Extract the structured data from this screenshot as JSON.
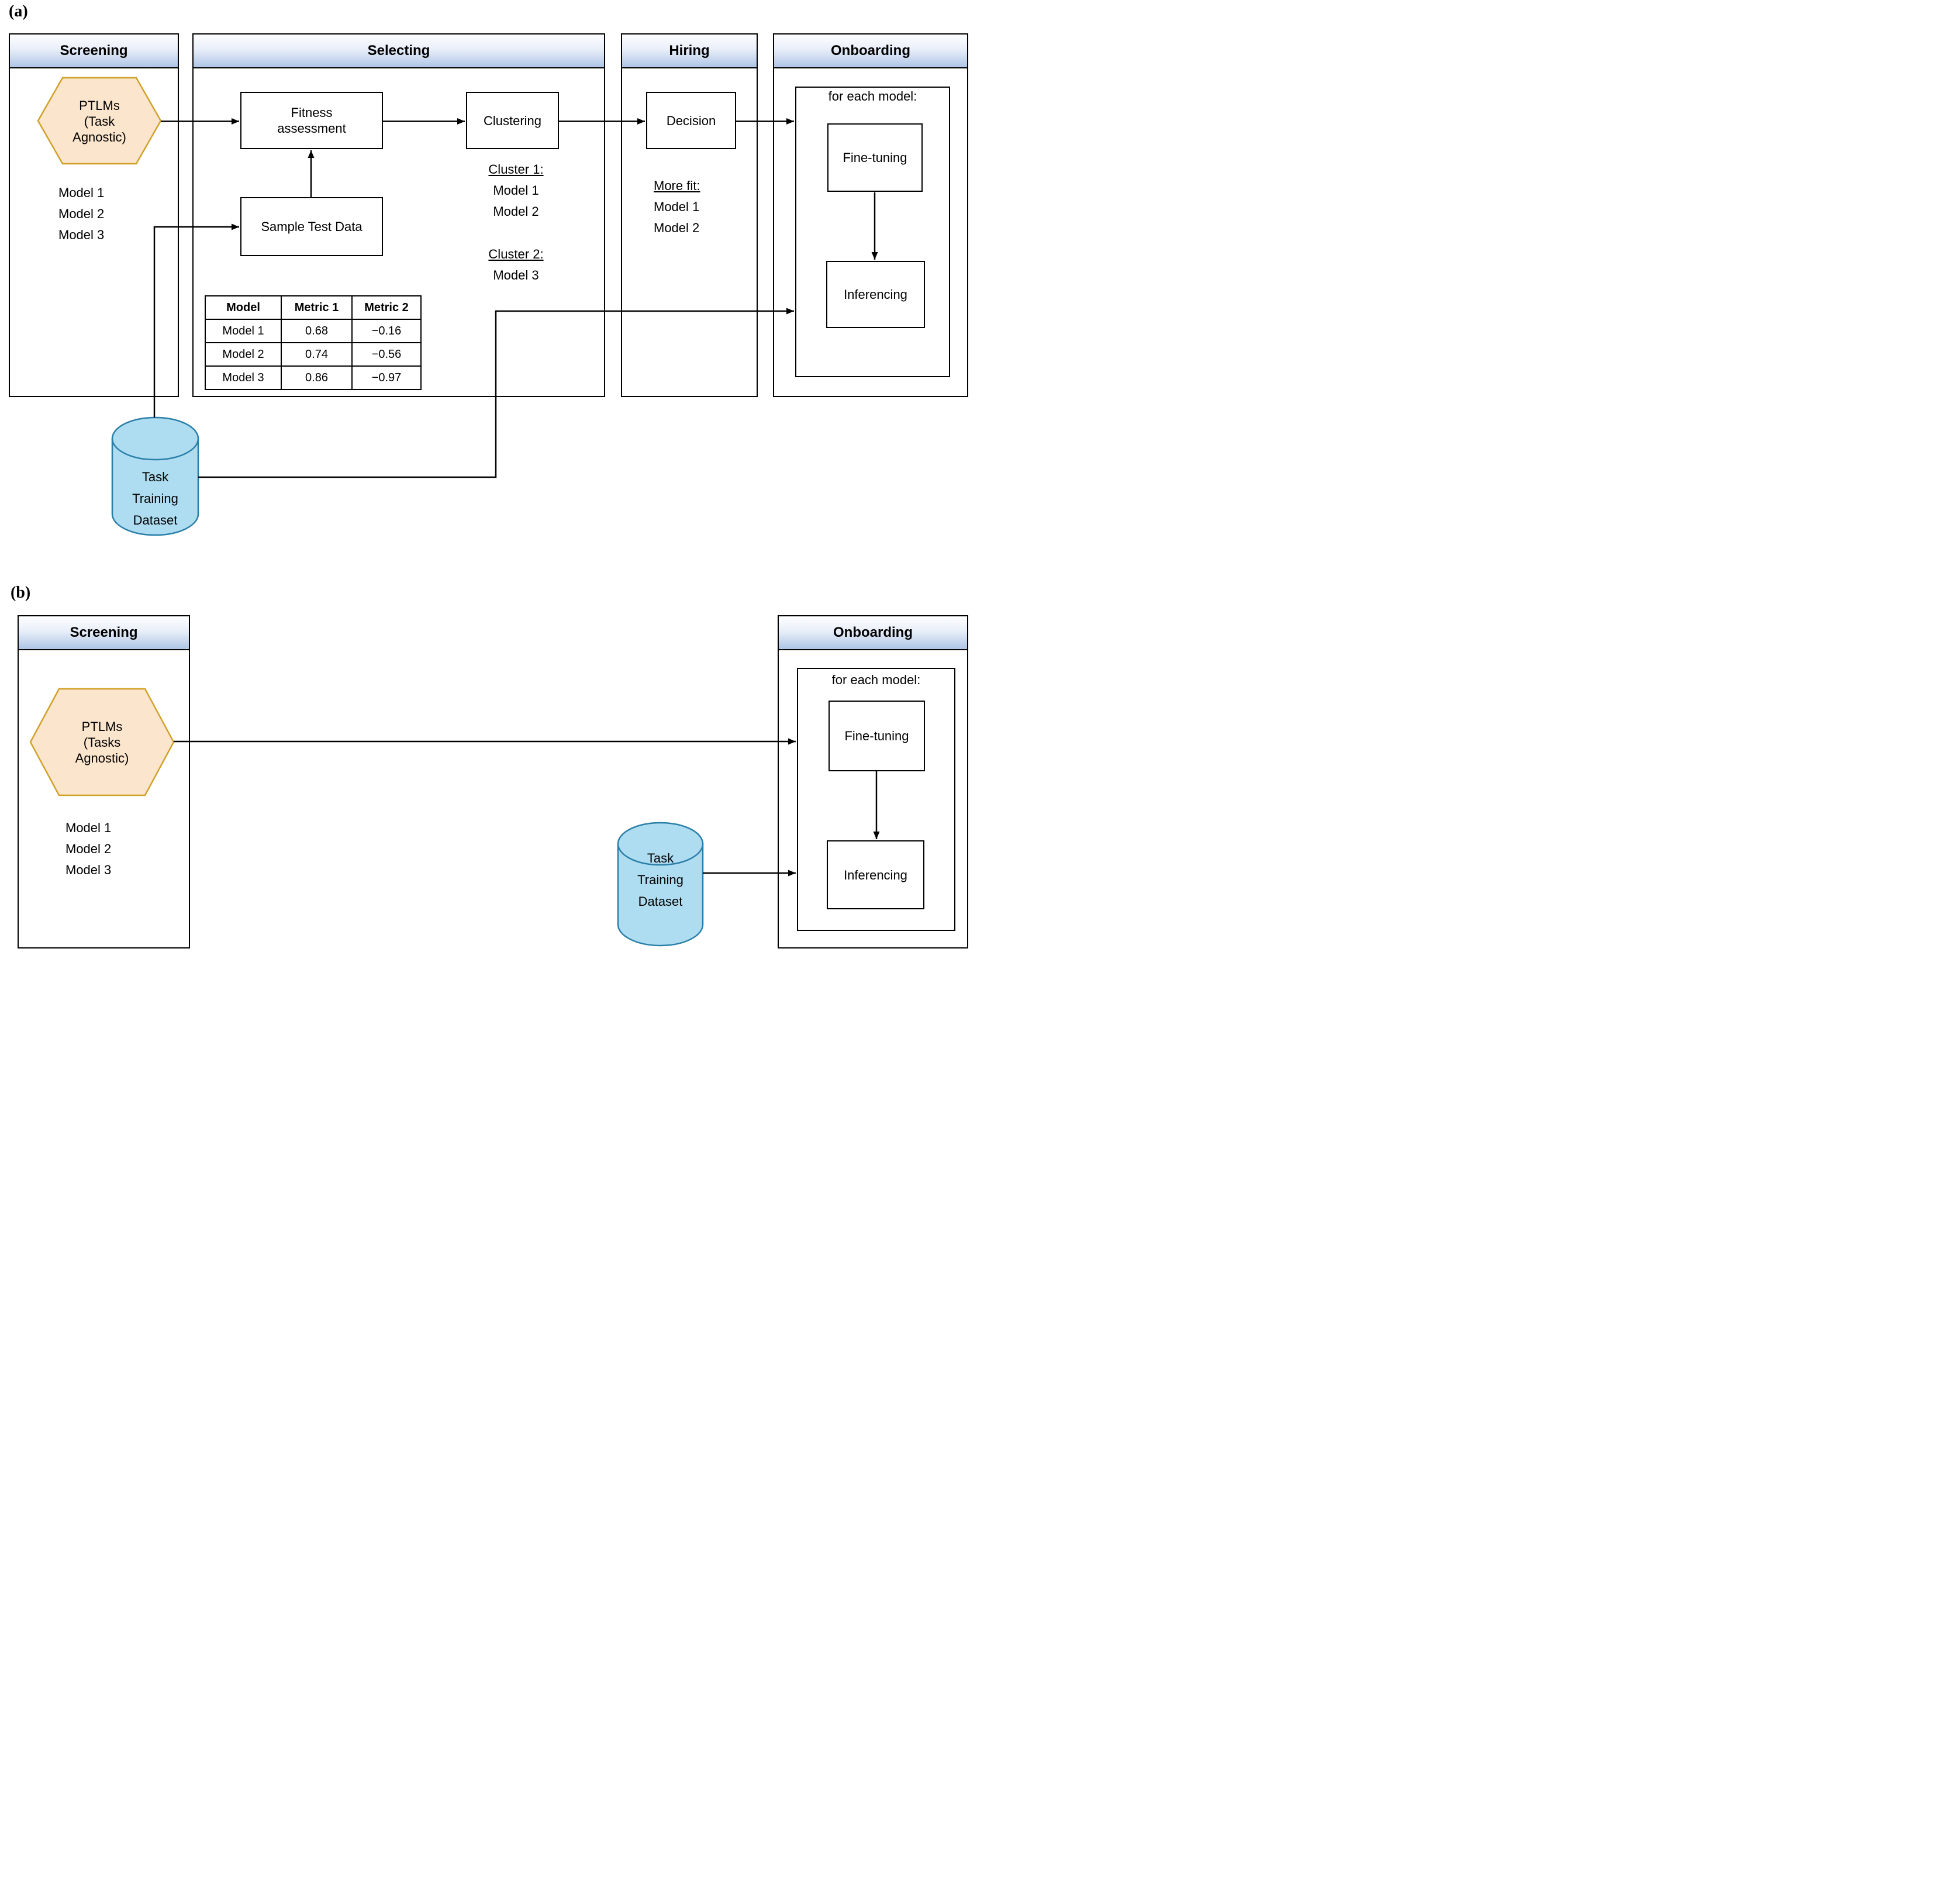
{
  "colors": {
    "header_gradient_top": "#fdfeff",
    "header_gradient_bottom": "#aec5e7",
    "hexagon_fill": "#fce5cd",
    "hexagon_stroke": "#d0a028",
    "cylinder_fill": "#aedcf0",
    "cylinder_stroke": "#2a7fa8",
    "line_color": "#000000"
  },
  "panel_a": {
    "label": "(a)",
    "screening": {
      "title": "Screening",
      "hexagon_lines": [
        "PTLMs",
        "(Task",
        "Agnostic)"
      ],
      "models": [
        "Model 1",
        "Model 2",
        "Model 3"
      ]
    },
    "selecting": {
      "title": "Selecting",
      "fitness": "Fitness assessment",
      "sample": "Sample Test Data",
      "clustering": "Clustering",
      "table": {
        "headers": [
          "Model",
          "Metric 1",
          "Metric 2"
        ],
        "rows": [
          [
            "Model 1",
            "0.68",
            "−0.16"
          ],
          [
            "Model 2",
            "0.74",
            "−0.56"
          ],
          [
            "Model 3",
            "0.86",
            "−0.97"
          ]
        ]
      },
      "cluster1": {
        "title": "Cluster 1:",
        "models": [
          "Model 1",
          "Model 2"
        ]
      },
      "cluster2": {
        "title": "Cluster 2:",
        "models": [
          "Model 3"
        ]
      }
    },
    "hiring": {
      "title": "Hiring",
      "decision": "Decision",
      "more_fit": {
        "title": "More fit:",
        "models": [
          "Model 1",
          "Model 2"
        ]
      }
    },
    "onboarding": {
      "title": "Onboarding",
      "foreach": "for each model:",
      "finetuning": "Fine-tuning",
      "inferencing": "Inferencing"
    },
    "dataset_lines": [
      "Task",
      "Training",
      "Dataset"
    ]
  },
  "panel_b": {
    "label": "(b)",
    "screening": {
      "title": "Screening",
      "hexagon_lines": [
        "PTLMs",
        "(Tasks",
        "Agnostic)"
      ],
      "models": [
        "Model 1",
        "Model 2",
        "Model 3"
      ]
    },
    "onboarding": {
      "title": "Onboarding",
      "foreach": "for each model:",
      "finetuning": "Fine-tuning",
      "inferencing": "Inferencing"
    },
    "dataset_lines": [
      "Task",
      "Training",
      "Dataset"
    ]
  }
}
